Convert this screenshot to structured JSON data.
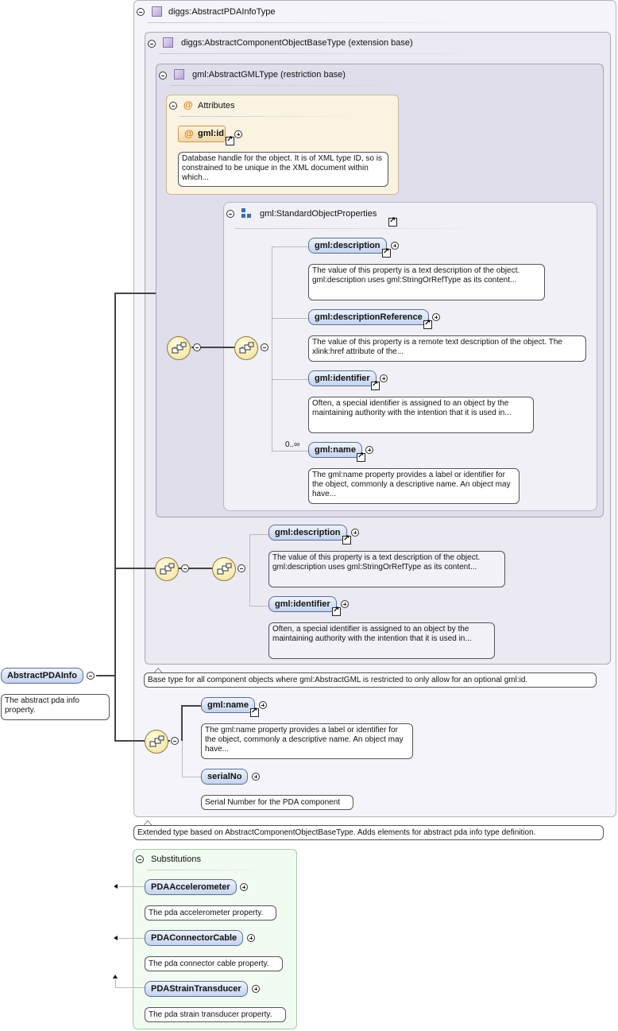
{
  "types": {
    "outer": "diggs:AbstractPDAInfoType",
    "mid": "diggs:AbstractComponentObjectBaseType (extension base)",
    "inner": "gml:AbstractGMLType (restriction base)"
  },
  "attributes": {
    "header": "Attributes",
    "gml_id": {
      "name": "gml:id",
      "doc": "Database handle for the object. It is of XML type ID, so is constrained to be unique in the XML document within which..."
    }
  },
  "standard_props": {
    "name": "gml:StandardObjectProperties",
    "occurs": "0..∞",
    "items": [
      {
        "name": "gml:description",
        "doc": "The value of this property is a text description of the object. gml:description uses gml:StringOrRefType as its content..."
      },
      {
        "name": "gml:descriptionReference",
        "doc": "The value of this property is a remote text description of the object. The xlink:href attribute of the..."
      },
      {
        "name": "gml:identifier",
        "doc": "Often, a special identifier is assigned to an object by the maintaining authority with the intention that it is used in..."
      },
      {
        "name": "gml:name",
        "doc": "The gml:name property provides a label or identifier for the object, commonly a descriptive name. An object may have..."
      }
    ]
  },
  "base_seq": {
    "items": [
      {
        "name": "gml:description",
        "doc": "The value of this property is a text description of the object. gml:description uses gml:StringOrRefType as its content..."
      },
      {
        "name": "gml:identifier",
        "doc": "Often, a special identifier is assigned to an object by the maintaining authority with the intention that it is used in..."
      }
    ]
  },
  "base_doc": "Base type for all component objects where gml:AbstractGML is restricted to only allow for an optional gml:id.",
  "ext_seq": {
    "items": [
      {
        "name": "gml:name",
        "doc": "The gml:name property provides a label or identifier for the object, commonly a descriptive name. An object may have..."
      },
      {
        "name": "serialNo",
        "doc": "Serial Number for the PDA component"
      }
    ]
  },
  "ext_doc": "Extended type based on AbstractComponentObjectBaseType. Adds elements for abstract pda info type definition.",
  "root": {
    "name": "AbstractPDAInfo",
    "doc": "The abstract pda info property."
  },
  "substitutions": {
    "header": "Substitutions",
    "items": [
      {
        "name": "PDAAccelerometer",
        "doc": "The pda accelerometer property."
      },
      {
        "name": "PDAConnectorCable",
        "doc": "The pda connector cable property."
      },
      {
        "name": "PDAStrainTransducer",
        "doc": "The pda strain transducer property."
      }
    ]
  }
}
